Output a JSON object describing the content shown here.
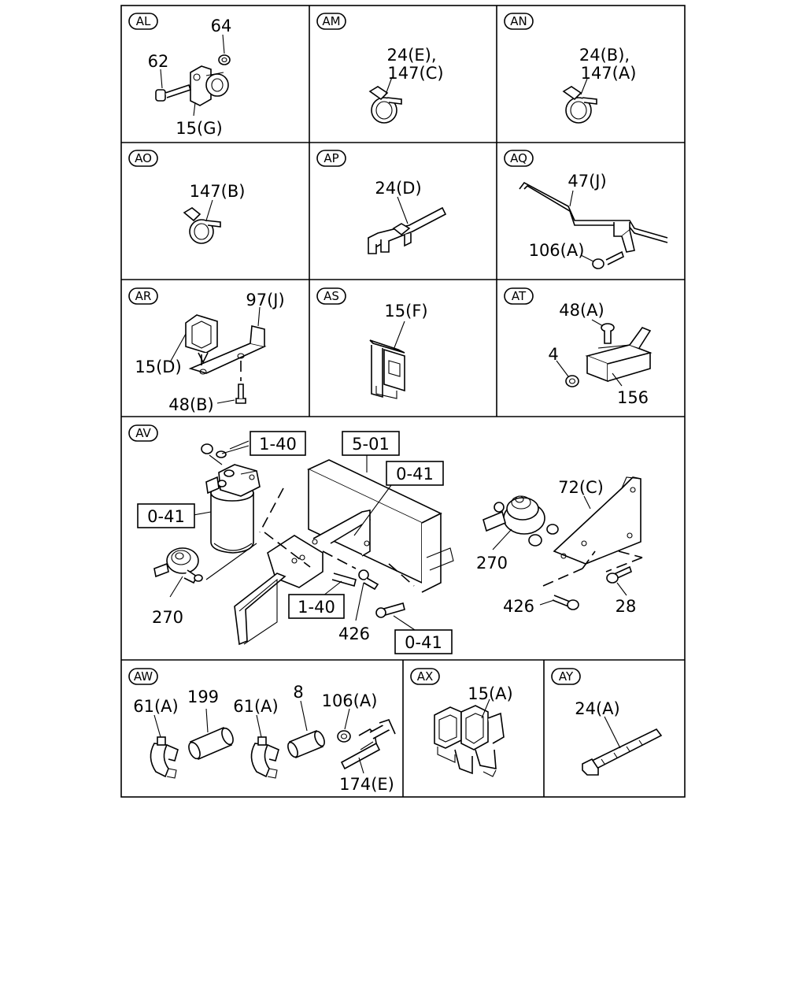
{
  "panels": {
    "al": {
      "badge": "AL",
      "labels": [
        "64",
        "62",
        "15(G)"
      ]
    },
    "am": {
      "badge": "AM",
      "labels": [
        "24(E),",
        "147(C)"
      ]
    },
    "an": {
      "badge": "AN",
      "labels": [
        "24(B),",
        "147(A)"
      ]
    },
    "ao": {
      "badge": "AO",
      "labels": [
        "147(B)"
      ]
    },
    "ap": {
      "badge": "AP",
      "labels": [
        "24(D)"
      ]
    },
    "aq": {
      "badge": "AQ",
      "labels": [
        "47(J)",
        "106(A)"
      ]
    },
    "ar": {
      "badge": "AR",
      "labels": [
        "97(J)",
        "15(D)",
        "48(B)"
      ]
    },
    "as": {
      "badge": "AS",
      "labels": [
        "15(F)"
      ]
    },
    "at": {
      "badge": "AT",
      "labels": [
        "48(A)",
        "4",
        "156"
      ]
    },
    "av": {
      "badge": "AV",
      "labels": [
        "270",
        "72(C)",
        "270",
        "426",
        "28",
        "426"
      ],
      "boxes": [
        "1-40",
        "5-01",
        "0-41",
        "0-41",
        "1-40",
        "0-41"
      ]
    },
    "aw": {
      "badge": "AW",
      "labels": [
        "61(A)",
        "199",
        "61(A)",
        "8",
        "106(A)",
        "174(E)"
      ]
    },
    "ax": {
      "badge": "AX",
      "labels": [
        "15(A)"
      ]
    },
    "ay": {
      "badge": "AY",
      "labels": [
        "24(A)"
      ]
    }
  }
}
